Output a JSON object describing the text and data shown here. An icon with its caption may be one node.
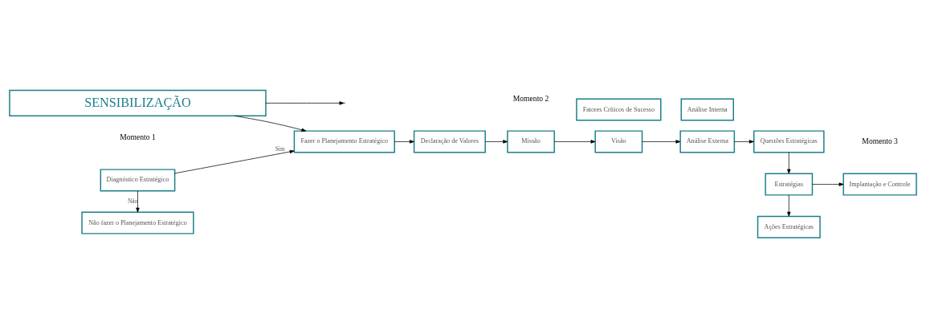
{
  "diagram": {
    "nodes": [
      {
        "text": [
          "Diagnóstico Estratégico"
        ]
      },
      {
        "text": [
          "Não fazer o Planejamento Estratégico"
        ]
      },
      {
        "text": [
          "Fazer o Planejamento Estratégico"
        ]
      },
      {
        "text": [
          "Declaração de Valores"
        ]
      },
      {
        "text": [
          "Missão"
        ]
      },
      {
        "text": [
          "Visão"
        ]
      },
      {
        "text": [
          "Fatores Críticos de Sucesso"
        ]
      },
      {
        "text": [
          "Análise Externa"
        ]
      },
      {
        "text": [
          "Análise Interna"
        ]
      },
      {
        "text": [
          "Questões Estratégicas"
        ]
      },
      {
        "text": [
          "Estratégias"
        ]
      },
      {
        "text": [
          "Ações Estratégicas"
        ]
      },
      {
        "text": [
          "Implantação e Controle"
        ]
      },
      {
        "text": [
          "SENSIBILIZAÇÃO"
        ]
      }
    ],
    "edges": [
      {
        "from": 0,
        "to": 2,
        "arrow": "to",
        "label": "Sim"
      },
      {
        "from": 0,
        "to": 1,
        "arrow": "to",
        "label": "Não"
      },
      {
        "from": 2,
        "to": 3,
        "arrow": "to"
      },
      {
        "from": 3,
        "to": 4,
        "arrow": "to"
      },
      {
        "from": 4,
        "to": 5,
        "arrow": "to"
      },
      {
        "from": 5,
        "to": 7,
        "arrow": "to"
      },
      {
        "from": 7,
        "to": 9,
        "arrow": "to"
      },
      {
        "from": 9,
        "to": 10,
        "arrow": "to"
      },
      {
        "from": 10,
        "to": 11,
        "arrow": "to"
      },
      {
        "from": 10,
        "to": 12,
        "arrow": "to"
      },
      {
        "from": 13,
        "to": 2,
        "arrow": "to"
      },
      {
        "from": 13,
        "to": null,
        "arrow": "to"
      }
    ],
    "labels": [
      "Momento 1",
      "Momento 2",
      "Momento 3"
    ]
  }
}
